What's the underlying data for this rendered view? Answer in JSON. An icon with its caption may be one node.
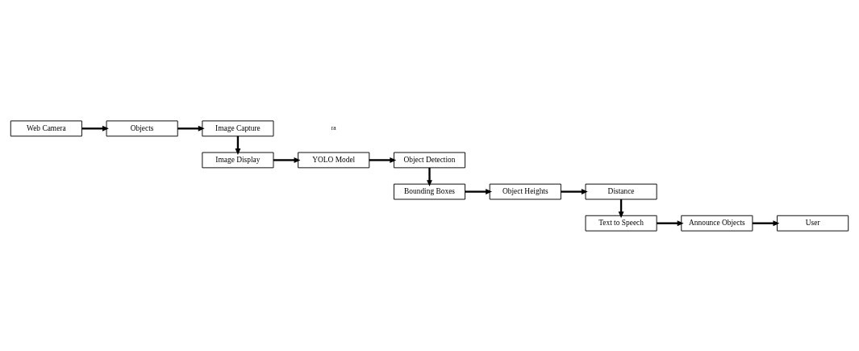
{
  "diagram": {
    "nodes": [
      {
        "text": [
          "Web Camera"
        ]
      },
      {
        "text": [
          "Objects"
        ]
      },
      {
        "text": [
          "Image Capture"
        ]
      },
      {
        "text": [
          "Image Display"
        ]
      },
      {
        "text": [
          "YOLO Model"
        ]
      },
      {
        "text": [
          "Object Detection"
        ]
      },
      {
        "text": [
          "Bounding Boxes"
        ]
      },
      {
        "text": [
          "Object Heights"
        ]
      },
      {
        "text": [
          "Distance"
        ]
      },
      {
        "text": [
          "Text to Speech"
        ]
      },
      {
        "text": [
          "Announce Objects"
        ]
      },
      {
        "text": [
          "User"
        ]
      }
    ],
    "edges": [
      {
        "from": 0,
        "to": 1,
        "arrow": "to"
      },
      {
        "from": 1,
        "to": 2,
        "arrow": "to"
      },
      {
        "from": 2,
        "to": 3,
        "arrow": "to"
      },
      {
        "from": 3,
        "to": 4,
        "arrow": "to"
      },
      {
        "from": 4,
        "to": 5,
        "arrow": "to"
      },
      {
        "from": 5,
        "to": 6,
        "arrow": "to"
      },
      {
        "from": 6,
        "to": 7,
        "arrow": "to"
      },
      {
        "from": 7,
        "to": 8,
        "arrow": "to"
      },
      {
        "from": 8,
        "to": 9,
        "arrow": "to"
      },
      {
        "from": 9,
        "to": 10,
        "arrow": "to"
      },
      {
        "from": 10,
        "to": 11,
        "arrow": "to"
      }
    ],
    "labels": [
      "ra"
    ]
  }
}
